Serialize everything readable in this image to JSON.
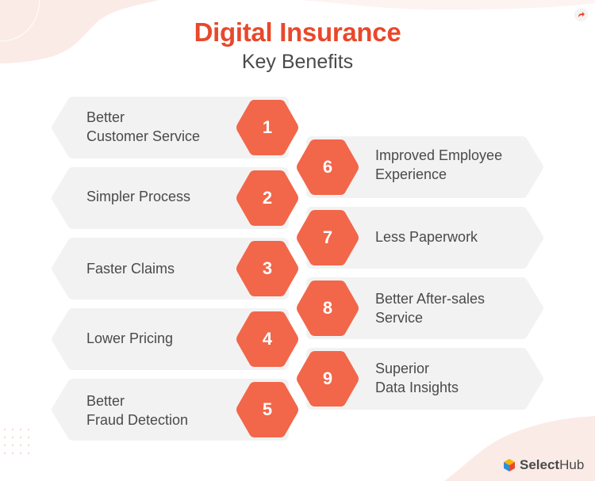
{
  "header": {
    "title": "Digital Insurance",
    "subtitle": "Key Benefits"
  },
  "colors": {
    "accent": "#f2664a",
    "title": "#e8482b",
    "card_bg": "#f2f2f2",
    "text": "#4a4a4a",
    "blob": "#fbebe7"
  },
  "left_items": [
    {
      "number": "1",
      "label": "Better\nCustomer Service"
    },
    {
      "number": "2",
      "label": "Simpler Process"
    },
    {
      "number": "3",
      "label": "Faster Claims"
    },
    {
      "number": "4",
      "label": "Lower Pricing"
    },
    {
      "number": "5",
      "label": "Better\nFraud Detection"
    }
  ],
  "right_items": [
    {
      "number": "6",
      "label": "Improved Employee\nExperience"
    },
    {
      "number": "7",
      "label": "Less Paperwork"
    },
    {
      "number": "8",
      "label": "Better After-sales\nService"
    },
    {
      "number": "9",
      "label": "Superior\nData Insights"
    }
  ],
  "branding": {
    "logo_bold": "Select",
    "logo_regular": "Hub"
  },
  "icons": {
    "share": "share-arrow-icon",
    "logo": "selecthub-cube-icon"
  }
}
